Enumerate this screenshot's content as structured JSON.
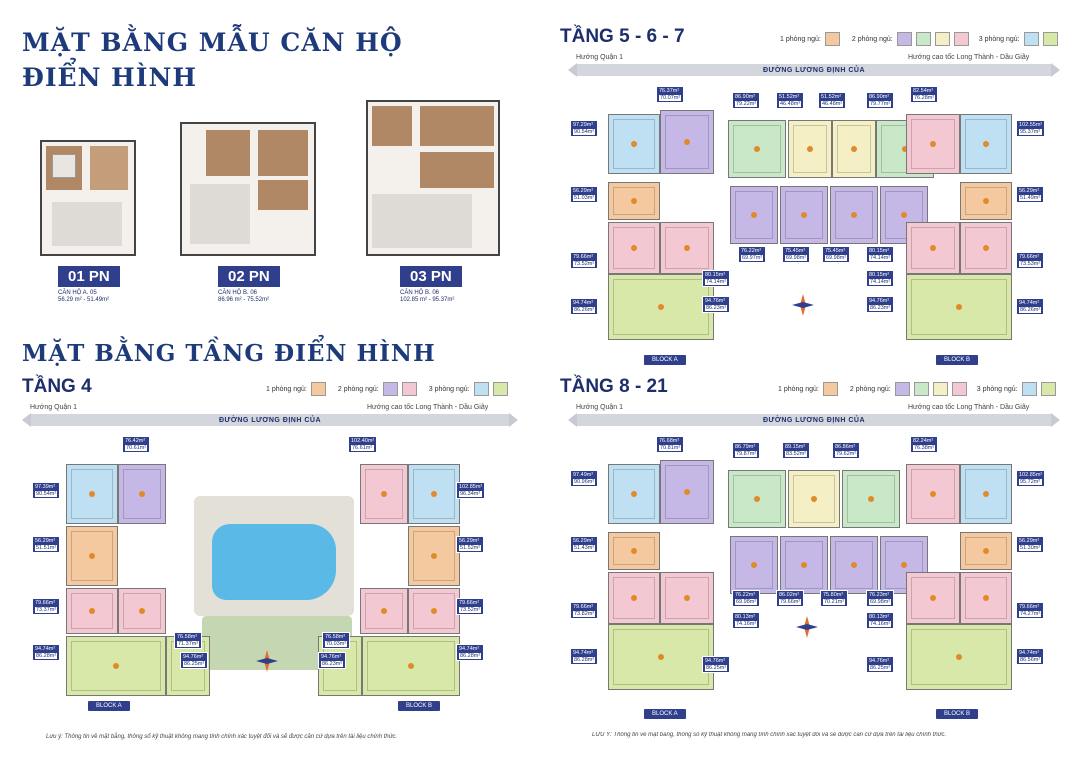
{
  "colors": {
    "one_bed": "#f5c9a0",
    "two_bed_purple": "#c5b8e6",
    "two_bed_green": "#c8e8c8",
    "two_bed_yellow": "#f4efc4",
    "two_bed_pink": "#f4c8d2",
    "three_bed_blue": "#bfe0f2",
    "three_bed_green": "#d8e8a8",
    "navy": "#2f3f8c",
    "title": "#1d3a7a",
    "road": "#d4d6dd",
    "pool": "#5ab9e6"
  },
  "headings": {
    "sample_line1": "MẶT BẰNG MẪU CĂN HỘ",
    "sample_line2": "ĐIỂN HÌNH",
    "typical_floor": "MẶT BẰNG TẦNG ĐIỂN HÌNH"
  },
  "apartments": [
    {
      "badge": "01 PN",
      "code": "CĂN HỘ A. 05",
      "area": "56.29 m² - 51.49m²"
    },
    {
      "badge": "02 PN",
      "code": "CĂN HỘ B. 06",
      "area": "86.96 m² - 75.52m²"
    },
    {
      "badge": "03 PN",
      "code": "CĂN HỘ B. 06",
      "area": "102.85 m² - 95.37m²"
    }
  ],
  "legend": {
    "one": "1 phòng ngủ:",
    "two": "2 phòng ngủ:",
    "three": "3 phòng ngủ:",
    "three_top": "3 phòng ngủ:"
  },
  "directions": {
    "left": "Hướng Quận 1",
    "right": "Hướng cao tốc Long Thành - Dầu Giây",
    "road": "ĐƯỜNG LƯƠNG ĐỊNH CỦA"
  },
  "blocks": {
    "a": "BLOCK A",
    "b": "BLOCK B"
  },
  "floors": {
    "f4": {
      "title": "TẦNG 4",
      "labels": [
        {
          "t": "76.42m²",
          "b": "70.61m²"
        },
        {
          "t": "97.39m²",
          "b": "90.54m²"
        },
        {
          "t": "56.29m²",
          "b": "51.51m²"
        },
        {
          "t": "79.66m²",
          "b": "73.37m²"
        },
        {
          "t": "94.74m²",
          "b": "86.28m²"
        },
        {
          "t": "76.58m²",
          "b": "71.37m²"
        },
        {
          "t": "94.76m²",
          "b": "86.25m²"
        },
        {
          "t": "102.40m²",
          "b": "76.61m²"
        },
        {
          "t": "102.85m²",
          "b": "96.34m²"
        },
        {
          "t": "56.29m²",
          "b": "51.52m²"
        },
        {
          "t": "79.66m²",
          "b": "73.52m²"
        },
        {
          "t": "94.74m²",
          "b": "86.28m²"
        },
        {
          "t": "76.58m²",
          "b": "70.03m²"
        },
        {
          "t": "94.76m²",
          "b": "86.23m²"
        }
      ]
    },
    "f567": {
      "title": "TẦNG 5 - 6 - 7",
      "labels": [
        {
          "t": "76.37m²",
          "b": "70.07m²"
        },
        {
          "t": "97.29m²",
          "b": "90.54m²"
        },
        {
          "t": "86.90m²",
          "b": "79.22m²"
        },
        {
          "t": "51.52m²",
          "b": "46.48m²"
        },
        {
          "t": "51.52m²",
          "b": "46.48m²"
        },
        {
          "t": "86.90m²",
          "b": "79.77m²"
        },
        {
          "t": "82.54m²",
          "b": "76.28m²"
        },
        {
          "t": "102.55m²",
          "b": "95.37m²"
        },
        {
          "t": "56.29m²",
          "b": "51.03m²"
        },
        {
          "t": "56.29m²",
          "b": "51.49m²"
        },
        {
          "t": "76.22m²",
          "b": "69.97m²"
        },
        {
          "t": "75.45m²",
          "b": "69.98m²"
        },
        {
          "t": "75.45m²",
          "b": "69.98m²"
        },
        {
          "t": "80.15m²",
          "b": "74.14m²"
        },
        {
          "t": "80.15m²",
          "b": "74.14m²"
        },
        {
          "t": "80.15m²",
          "b": "74.14m²"
        },
        {
          "t": "79.66m²",
          "b": "73.52m²"
        },
        {
          "t": "79.66m²",
          "b": "73.53m²"
        },
        {
          "t": "94.74m²",
          "b": "86.26m²"
        },
        {
          "t": "94.76m²",
          "b": "86.23m²"
        },
        {
          "t": "94.76m²",
          "b": "86.23m²"
        },
        {
          "t": "94.74m²",
          "b": "86.26m²"
        }
      ]
    },
    "f821": {
      "title": "TẦNG 8 - 21",
      "labels": [
        {
          "t": "76.68m²",
          "b": "70.81m²"
        },
        {
          "t": "97.49m²",
          "b": "90.96m²"
        },
        {
          "t": "86.79m²",
          "b": "79.87m²"
        },
        {
          "t": "89.15m²",
          "b": "83.52m²"
        },
        {
          "t": "86.86m²",
          "b": "79.62m²"
        },
        {
          "t": "82.24m²",
          "b": "76.38m²"
        },
        {
          "t": "102.85m²",
          "b": "95.72m²"
        },
        {
          "t": "56.29m²",
          "b": "51.43m²"
        },
        {
          "t": "56.29m²",
          "b": "51.30m²"
        },
        {
          "t": "76.22m²",
          "b": "69.98m²"
        },
        {
          "t": "86.02m²",
          "b": "79.66m²"
        },
        {
          "t": "75.80m²",
          "b": "70.21m²"
        },
        {
          "t": "76.23m²",
          "b": "69.98m²"
        },
        {
          "t": "80.13m²",
          "b": "74.16m²"
        },
        {
          "t": "80.13m²",
          "b": "74.16m²"
        },
        {
          "t": "79.66m²",
          "b": "73.82m²"
        },
        {
          "t": "79.66m²",
          "b": "74.27m²"
        },
        {
          "t": "94.74m²",
          "b": "86.28m²"
        },
        {
          "t": "94.76m²",
          "b": "86.25m²"
        },
        {
          "t": "94.76m²",
          "b": "86.25m²"
        },
        {
          "t": "94.74m²",
          "b": "86.56m²"
        }
      ]
    }
  },
  "footnotes": {
    "left": "Lưu ý: Thông tin về mặt bằng, thông số kỹ thuật không mang tính chính xác tuyệt đối và sẽ được căn cứ dựa trên tài liệu chính thức.",
    "right": "LƯU Ý: Thông tin về mặt bằng, thông số kỹ thuật không mang tính chính xác tuyệt đối và sẽ được căn cứ dựa trên tài liệu chính thức."
  }
}
